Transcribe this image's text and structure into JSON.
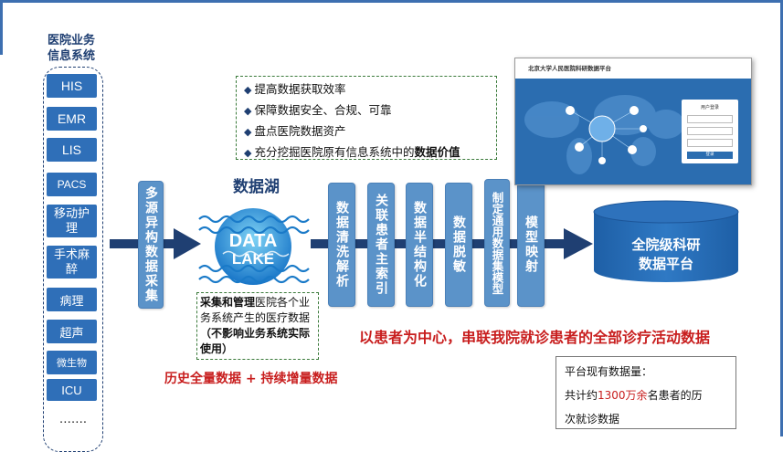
{
  "systems": {
    "title_line1": "医院业务",
    "title_line2": "信息系统",
    "items": [
      "HIS",
      "EMR",
      "LIS",
      "PACS",
      "移动护理",
      "手术麻醉",
      "病理",
      "超声",
      "微生物",
      "ICU"
    ],
    "more": "……."
  },
  "collection": {
    "label": "多源异构数据采集"
  },
  "goals": {
    "items": [
      "提高数据获取效率",
      "保障数据安全、合规、可靠",
      "盘点医院数据资产"
    ],
    "last_prefix": "充分挖掘医院原有信息系统中的",
    "last_bold": "数据价值"
  },
  "lake": {
    "title": "数据湖",
    "logo_line1": "DATA",
    "logo_line2": "LAKE",
    "desc_part1": "采集和管理",
    "desc_part2": "医院各个业务系统产生的医疗数据",
    "desc_bold": "（不影响业务系统实际使用）"
  },
  "history": "历史全量数据 + 持续增量数据",
  "steps": [
    "数据清洗解析",
    "关联患者主索引",
    "数据半结构化",
    "数据脱敏",
    "制定通用数据集模型",
    "模型映射"
  ],
  "platform": {
    "line1": "全院级科研",
    "line2": "数据平台"
  },
  "center_text": "以患者为中心，串联我院就诊患者的全部诊疗活动数据",
  "screenshot": {
    "title": "北京大学人民医院科研数据平台",
    "login_title": "用户登录",
    "login_button": "登录"
  },
  "stats": {
    "line1": "平台现有数据量：",
    "line2_prefix": "共计约",
    "line2_highlight": "1300万余",
    "line2_suffix": "名患者的历",
    "line3": "次就诊数据"
  },
  "colors": {
    "dark_blue": "#1f3f72",
    "box_blue": "#2f6fb8",
    "step_blue": "#5b93c9",
    "red": "#c81e1e"
  }
}
